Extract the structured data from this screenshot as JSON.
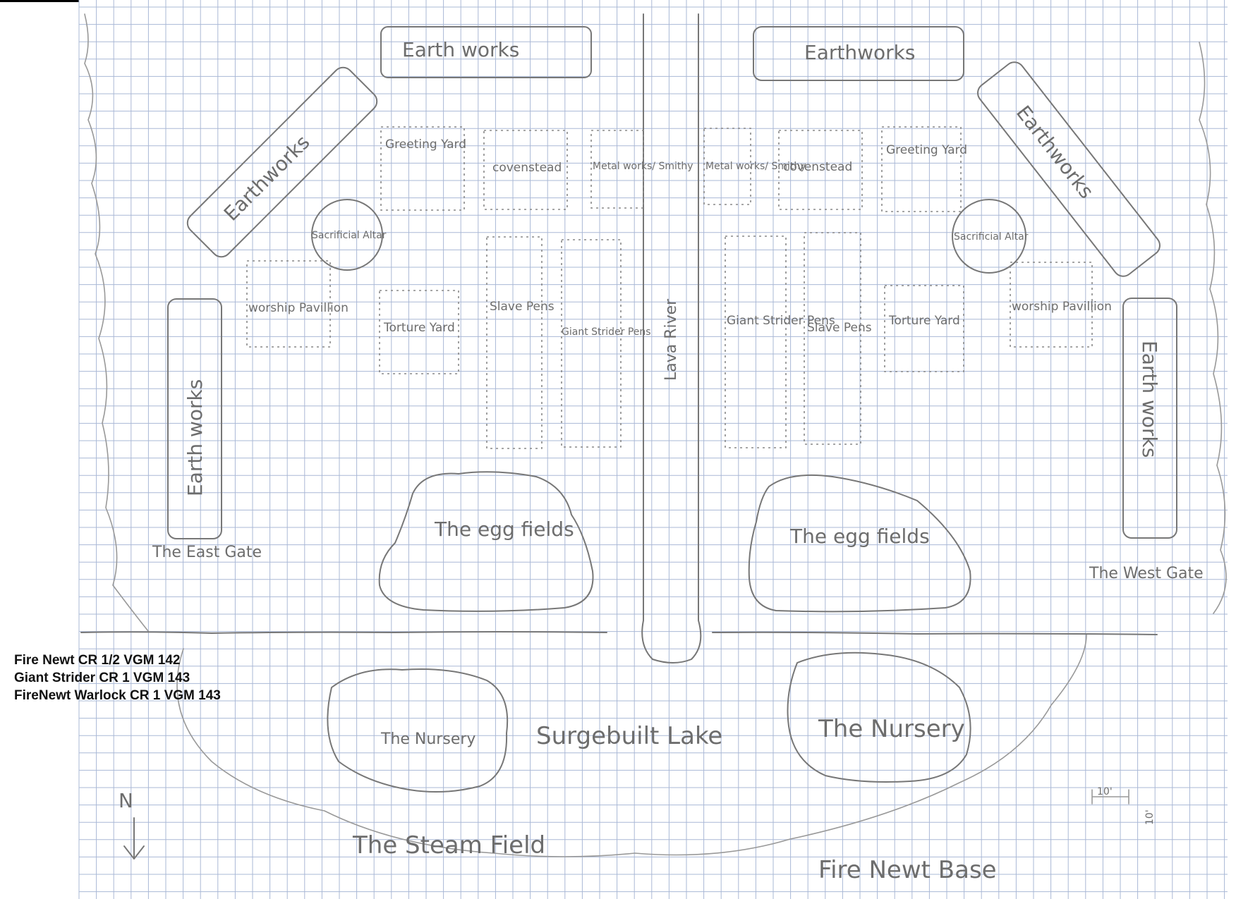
{
  "map": {
    "earthworks": [
      "Earth works",
      "Earthworks",
      "Earthworks",
      "Earthworks",
      "Earth works",
      "Earth works"
    ],
    "buildings_west_side": {
      "greeting_yard": "Greeting Yard",
      "covenstead": "covenstead",
      "metal_works": "Metal works/ Smithy",
      "sacrificial_altar": "Sacrificial Altar",
      "worship_pavilion": "worship Pavillion",
      "torture_yard": "Torture Yard",
      "slave_pens": "Slave Pens",
      "giant_strider_pens": "Giant Strider Pens",
      "egg_fields": "The egg fields",
      "gate": "The East Gate"
    },
    "buildings_east_side": {
      "metal_works": "Metal works/ Smithy",
      "covenstead": "covenstead",
      "greeting_yard": "Greeting Yard",
      "sacrificial_altar": "Sacrificial Altar",
      "worship_pavilion": "worship Pavillion",
      "giant_strider_pens": "Giant Strider Pens",
      "slave_pens": "Slave Pens",
      "torture_yard": "Torture Yard",
      "egg_fields": "The egg fields",
      "gate": "The West Gate"
    },
    "lava_river": "Lava River",
    "nursery_left": "The Nursery",
    "nursery_right": "The Nursery",
    "lake": "Surgebuilt Lake",
    "steam_field": "The Steam Field",
    "base_title": "Fire Newt Base",
    "compass": "N",
    "scale_h": "10'",
    "scale_v": "10'"
  },
  "legend": [
    "Fire Newt CR 1/2 VGM 142",
    "Giant Strider CR 1 VGM 143",
    "FireNewt Warlock CR 1 VGM 143"
  ]
}
